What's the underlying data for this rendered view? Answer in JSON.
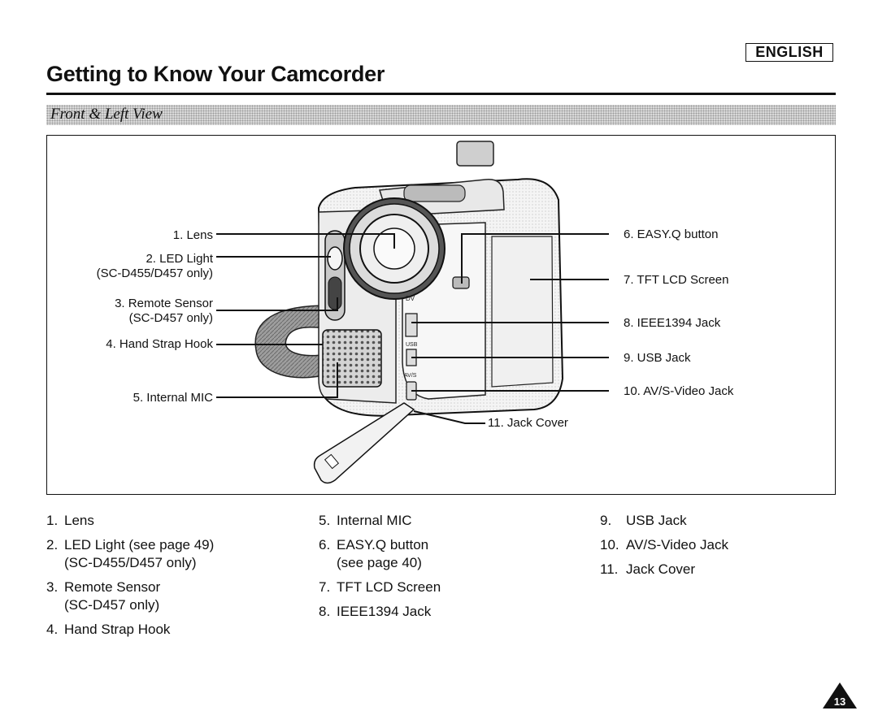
{
  "header": {
    "language_badge": "ENGLISH",
    "page_title": "Getting to Know Your Camcorder",
    "section_title": "Front & Left View"
  },
  "diagram": {
    "callouts_left": [
      {
        "line1": "1. Lens",
        "line2": ""
      },
      {
        "line1": "2. LED Light",
        "line2": "(SC-D455/D457 only)"
      },
      {
        "line1": "3. Remote Sensor",
        "line2": "(SC-D457 only)"
      },
      {
        "line1": "4. Hand Strap Hook",
        "line2": ""
      },
      {
        "line1": "5. Internal MIC",
        "line2": ""
      }
    ],
    "callouts_right": [
      {
        "label": "6. EASY.Q button"
      },
      {
        "label": "7. TFT LCD Screen"
      },
      {
        "label": "8. IEEE1394 Jack"
      },
      {
        "label": "9. USB Jack"
      },
      {
        "label": "10. AV/S-Video Jack"
      }
    ],
    "callout_bottom": "11. Jack Cover",
    "jack_marks": {
      "dv": "DV",
      "usb": "USB",
      "av": "AV/S"
    }
  },
  "parts_list": {
    "col1": [
      {
        "num": "1.",
        "text": "Lens"
      },
      {
        "num": "2.",
        "text": "LED Light (see page 49)\n(SC-D455/D457 only)"
      },
      {
        "num": "3.",
        "text": "Remote Sensor\n(SC-D457 only)"
      },
      {
        "num": "4.",
        "text": "Hand Strap Hook"
      }
    ],
    "col2": [
      {
        "num": "5.",
        "text": "Internal MIC"
      },
      {
        "num": "6.",
        "text": "EASY.Q button\n(see page 40)"
      },
      {
        "num": "7.",
        "text": "TFT LCD Screen"
      },
      {
        "num": "8.",
        "text": "IEEE1394 Jack"
      }
    ],
    "col3": [
      {
        "num": "9.",
        "text": "USB Jack"
      },
      {
        "num": "10.",
        "text": "AV/S-Video Jack"
      },
      {
        "num": "11.",
        "text": "Jack Cover"
      }
    ]
  },
  "page_number": "13"
}
